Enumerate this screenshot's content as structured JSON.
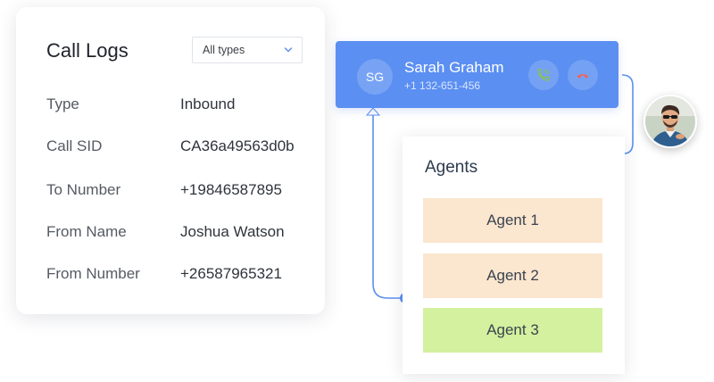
{
  "call_logs": {
    "title": "Call Logs",
    "filter": {
      "selected": "All types"
    },
    "rows": [
      {
        "label": "Type",
        "value": "Inbound"
      },
      {
        "label": "Call SID",
        "value": "CA36a49563d0b"
      },
      {
        "label": "To Number",
        "value": "+19846587895"
      },
      {
        "label": "From Name",
        "value": "Joshua Watson"
      },
      {
        "label": "From Number",
        "value": "+26587965321"
      }
    ]
  },
  "caller": {
    "initials": "SG",
    "name": "Sarah Graham",
    "phone": "+1 132-651-456"
  },
  "agents": {
    "title": "Agents",
    "items": [
      {
        "label": "Agent 1"
      },
      {
        "label": "Agent 2"
      },
      {
        "label": "Agent 3"
      }
    ]
  },
  "colors": {
    "accent": "#5b8ff2",
    "accept_icon": "#8bc34a",
    "reject_icon": "#f0655b",
    "agent_default": "#fbe6cf",
    "agent_selected": "#d3f19e"
  },
  "icons": {
    "dropdown": "chevron-down-icon",
    "accept": "phone-accept-icon",
    "reject": "phone-hangup-icon"
  }
}
